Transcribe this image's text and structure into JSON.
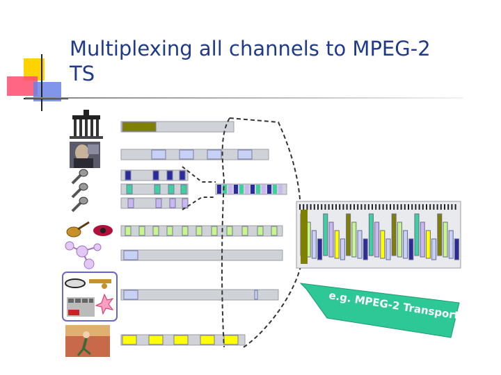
{
  "slide": {
    "title_line1": "Multiplexing all channels to MPEG-2",
    "title_line2": "TS"
  },
  "arrow": {
    "label": "e.g. MPEG-2 Transport"
  },
  "colors": {
    "title": "#1f3a8a",
    "pes_track": "#cfd2d6",
    "packet_blue": "#c7d0f5",
    "packet_dark_blue": "#2b2b9c",
    "packet_green": "#3fcfa0",
    "packet_lavender": "#c9b7f0",
    "packet_lime": "#c8f58c",
    "packet_yellow": "#ffff00",
    "packet_olive": "#808000",
    "arrow_fill": "#2ec796"
  },
  "icons": [
    "building-icon",
    "speaker-photo-icon",
    "microphone-icon",
    "microphone-icon",
    "microphone-icon",
    "guitar-eye-icon",
    "molecule-icon",
    "instruments-icon",
    "newsroom-icon",
    "dancer-photo-icon"
  ]
}
